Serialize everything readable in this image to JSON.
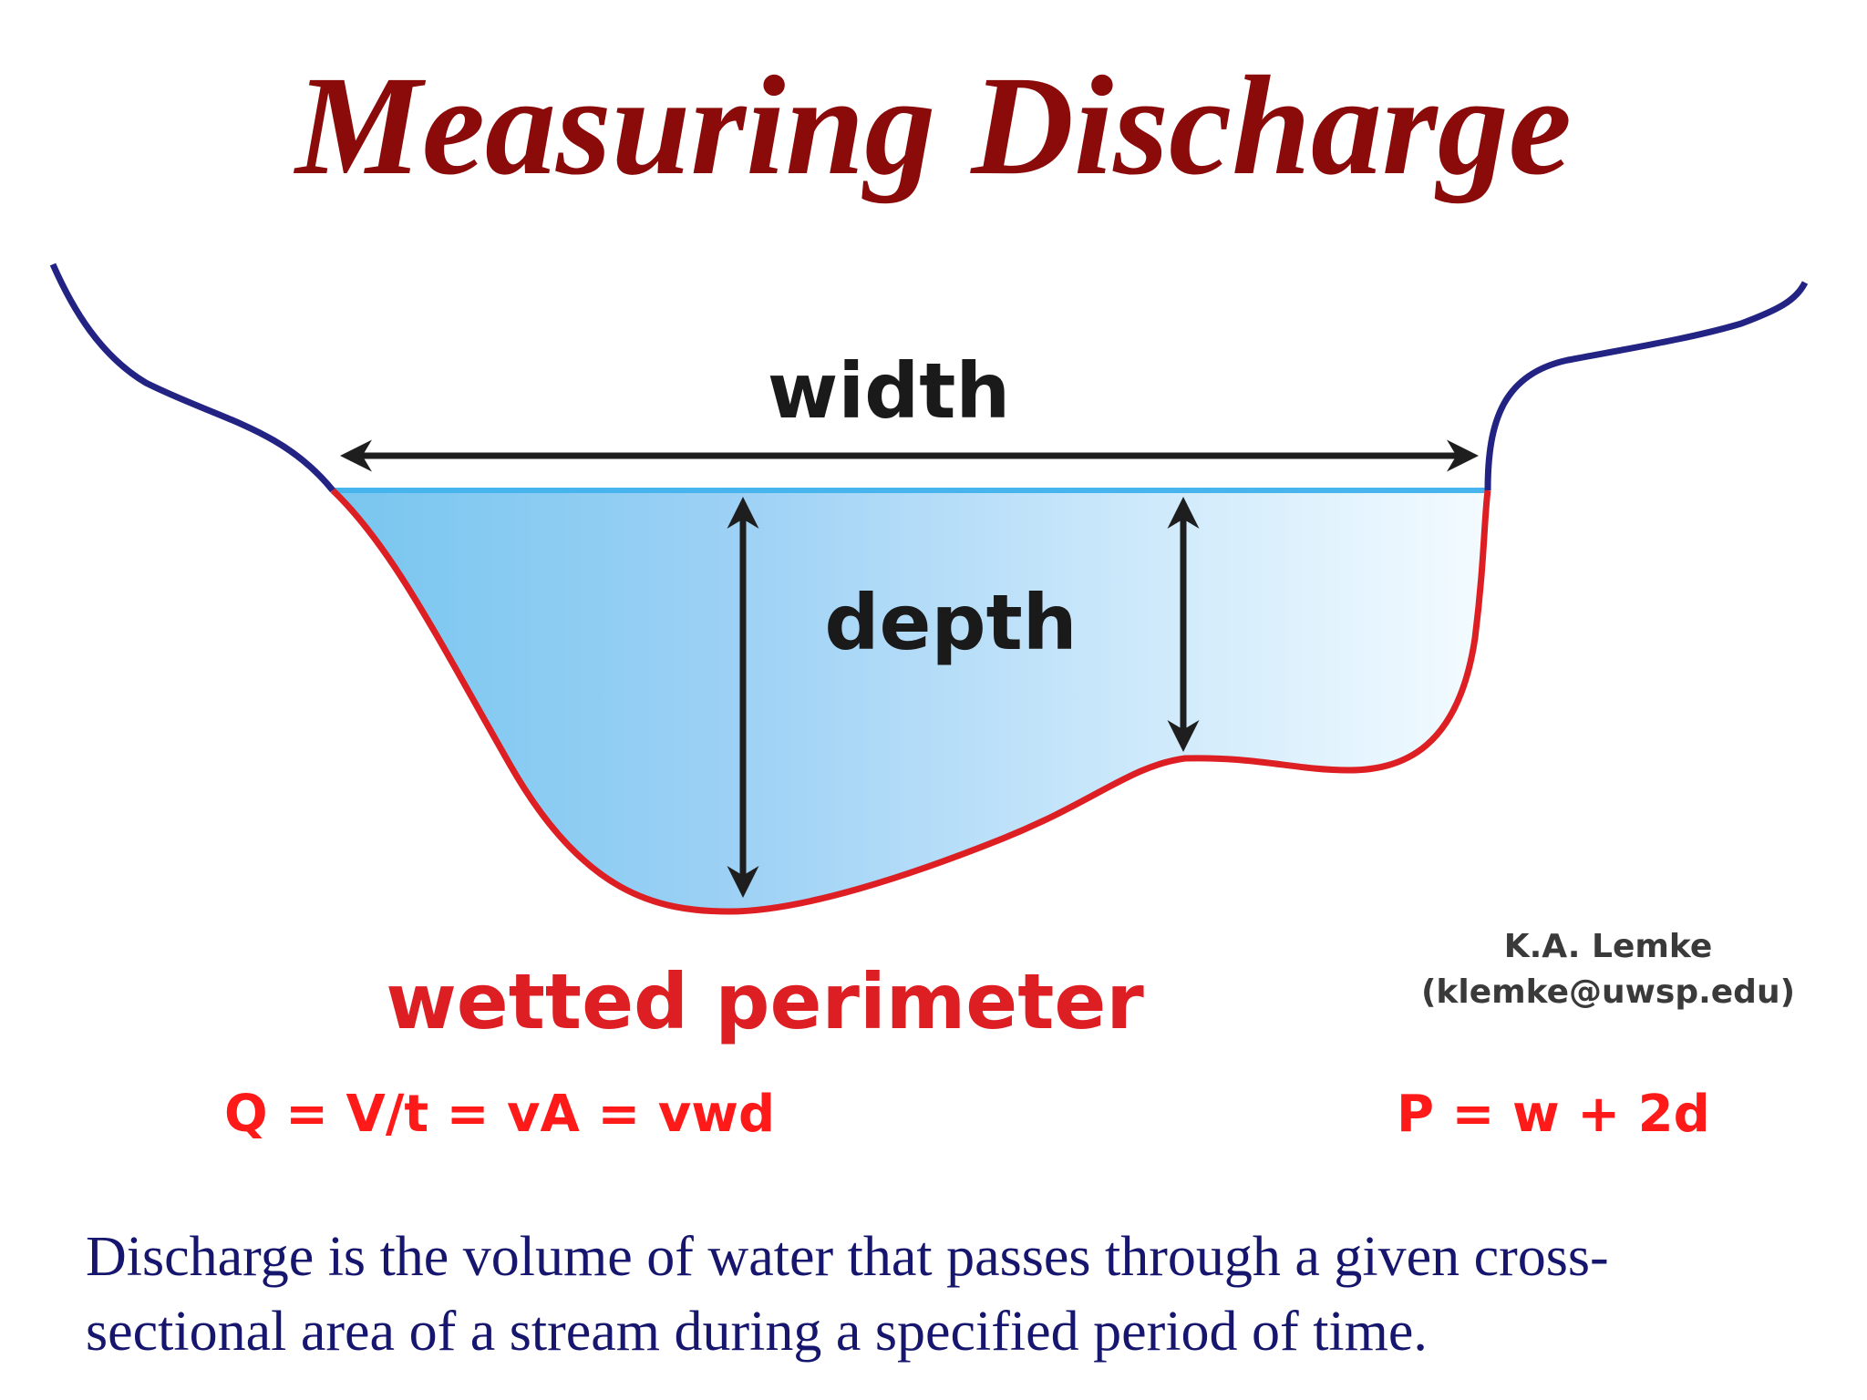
{
  "title": "Measuring Discharge",
  "diagram": {
    "labels": {
      "width": "width",
      "depth": "depth",
      "wetted_perimeter": "wetted perimeter"
    },
    "credit": {
      "name": "K.A. Lemke",
      "email": "(klemke@uwsp.edu)"
    },
    "colors": {
      "bank_line": "#232384",
      "wetted_perimeter_line": "#dd1f24",
      "water_surface": "#48b4ee",
      "water_fill_deep": "#78c6ef",
      "water_fill_shallow": "#f3fbff",
      "arrows": "#1e1e1e"
    }
  },
  "formulas": {
    "discharge": "Q = V/t = vA = vwd",
    "perimeter": "P = w + 2d"
  },
  "caption": "Discharge is the volume of water that passes through a given cross-sectional area of a stream during a specified period of time."
}
